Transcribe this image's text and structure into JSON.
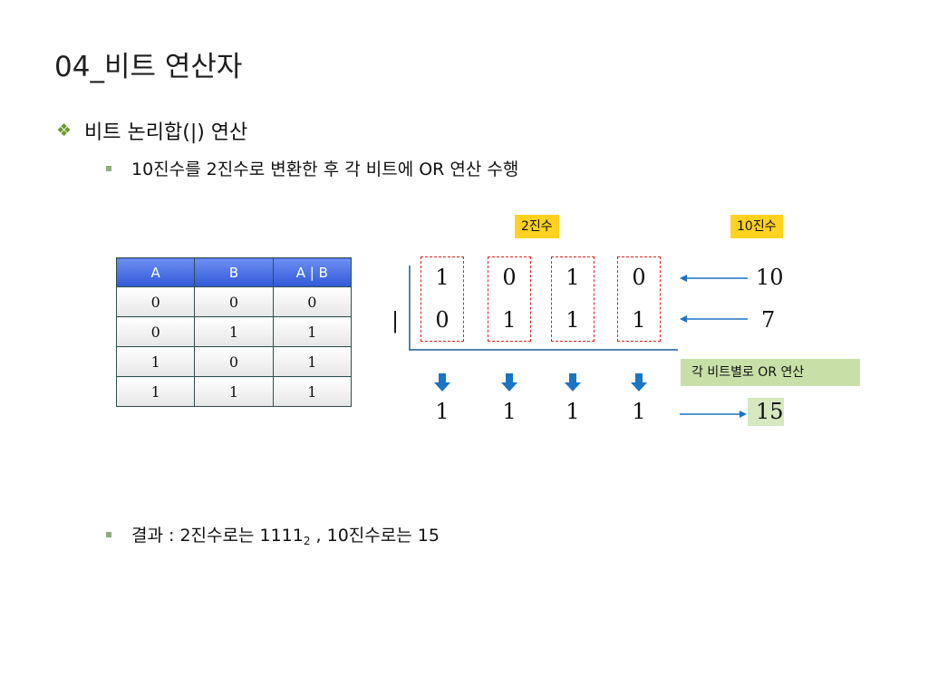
{
  "slide": {
    "title": "04_비트 연산자",
    "bullet1": "비트 논리합(|) 연산",
    "bullet2": "10진수를 2진수로 변환한 후 각 비트에 OR 연산 수행",
    "result": {
      "prefix": "결과 : 2진수로는 1111",
      "sub": "2",
      "suffix": " , 10진수로는 15"
    }
  },
  "truth_table": {
    "headers": [
      "A",
      "B",
      "A | B"
    ],
    "rows": [
      [
        "0",
        "0",
        "0"
      ],
      [
        "0",
        "1",
        "1"
      ],
      [
        "1",
        "0",
        "1"
      ],
      [
        "1",
        "1",
        "1"
      ]
    ]
  },
  "diagram": {
    "tag_binary": "2진수",
    "tag_decimal": "10진수",
    "operator": "|",
    "row1": [
      "1",
      "0",
      "1",
      "0"
    ],
    "row2": [
      "0",
      "1",
      "1",
      "1"
    ],
    "result": [
      "1",
      "1",
      "1",
      "1"
    ],
    "dec1": "10",
    "dec2": "7",
    "dec_result": "15",
    "label": "각 비트별로 OR 연산",
    "colors": {
      "box": "#dd2222",
      "arrow": "#1b74c4",
      "tag": "#ffd21f",
      "label_bg": "#c7e0a8"
    }
  }
}
